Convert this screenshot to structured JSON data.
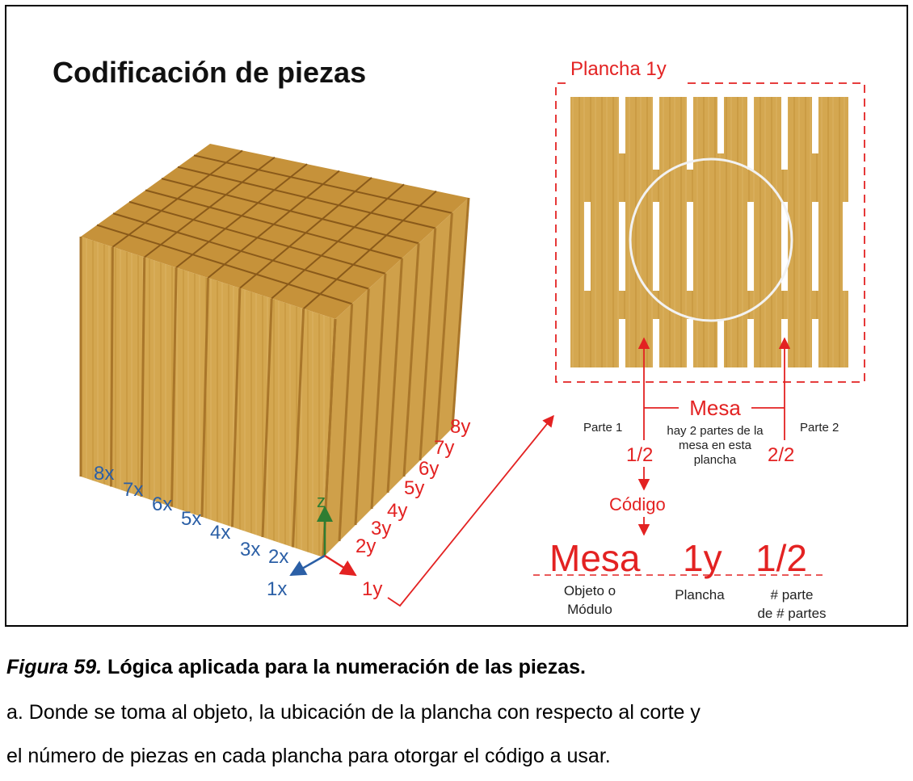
{
  "figure": {
    "title": "Codificación de piezas",
    "plancha_label": "Plancha 1y",
    "x_labels": [
      "1x",
      "2x",
      "3x",
      "4x",
      "5x",
      "6x",
      "7x",
      "8x"
    ],
    "y_labels": [
      "1y",
      "2y",
      "3y",
      "4y",
      "5y",
      "6y",
      "7y",
      "8y"
    ],
    "axis_z": "z",
    "part1_label": "Parte 1",
    "part2_label": "Parte 2",
    "mesa_label": "Mesa",
    "mesa_desc": [
      "hay 2 partes de la",
      "mesa en esta",
      "plancha"
    ],
    "frac1": "1/2",
    "frac2": "2/2",
    "codigo_label": "Código",
    "code_object": "Mesa",
    "code_plancha": "1y",
    "code_part": "1/2",
    "legend_object": [
      "Objeto o",
      "Módulo"
    ],
    "legend_plancha": "Plancha",
    "legend_part": [
      "# parte",
      "de # partes"
    ],
    "colors": {
      "red": "#e32222",
      "blue": "#2b5fa6",
      "green": "#2e7d32",
      "wood": "#d1a54d"
    }
  },
  "caption": {
    "label": "Figura 59.",
    "title": "Lógica aplicada para la numeración de las piezas.",
    "line1": "a. Donde se toma al objeto, la ubicación de la plancha con respecto al corte y",
    "line2": "el número de piezas en cada plancha para otorgar el código a usar."
  }
}
